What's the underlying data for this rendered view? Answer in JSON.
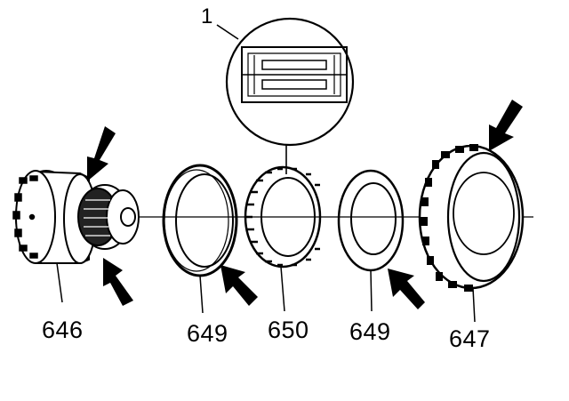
{
  "diagram": {
    "callout_label": "1",
    "parts": [
      {
        "id": "646"
      },
      {
        "id": "649"
      },
      {
        "id": "650"
      },
      {
        "id": "649"
      },
      {
        "id": "647"
      }
    ]
  },
  "colors": {
    "ink": "#000000",
    "paper": "#ffffff"
  }
}
